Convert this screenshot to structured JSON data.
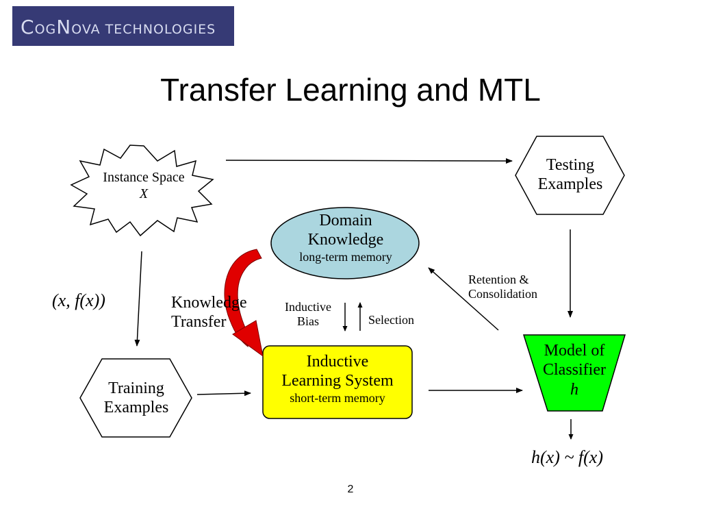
{
  "logo": {
    "first_letter_1": "C",
    "rest_1": "OG",
    "first_letter_2": "N",
    "rest_2": "OVA",
    "tagline": "TECHNOLOGIES"
  },
  "title": "Transfer Learning and MTL",
  "nodes": {
    "instance_space": {
      "line1": "Instance Space",
      "line2": "X"
    },
    "testing_examples": {
      "line1": "Testing",
      "line2": "Examples"
    },
    "domain_knowledge": {
      "line1": "Domain",
      "line2": "Knowledge",
      "line3": "long-term memory"
    },
    "training_examples": {
      "line1": "Training",
      "line2": "Examples"
    },
    "inductive_learning_system": {
      "line1": "Inductive",
      "line2": "Learning System",
      "line3": "short-term memory"
    },
    "model_of_classifier": {
      "line1": "Model of",
      "line2": "Classifier",
      "line3": "h"
    }
  },
  "labels": {
    "xfx": "(x, f(x))",
    "knowledge_transfer_1": "Knowledge",
    "knowledge_transfer_2": "Transfer",
    "inductive_bias_1": "Inductive",
    "inductive_bias_2": "Bias",
    "selection": "Selection",
    "retention_1": "Retention &",
    "retention_2": "Consolidation",
    "hx_fx": "h(x) ~ f(x)"
  },
  "colors": {
    "logo_bg": "#363a75",
    "domain_knowledge_fill": "#abd6df",
    "inductive_system_fill": "#ffff00",
    "classifier_fill": "#00ff00",
    "transfer_arrow": "#e00000"
  },
  "page_number": "2"
}
